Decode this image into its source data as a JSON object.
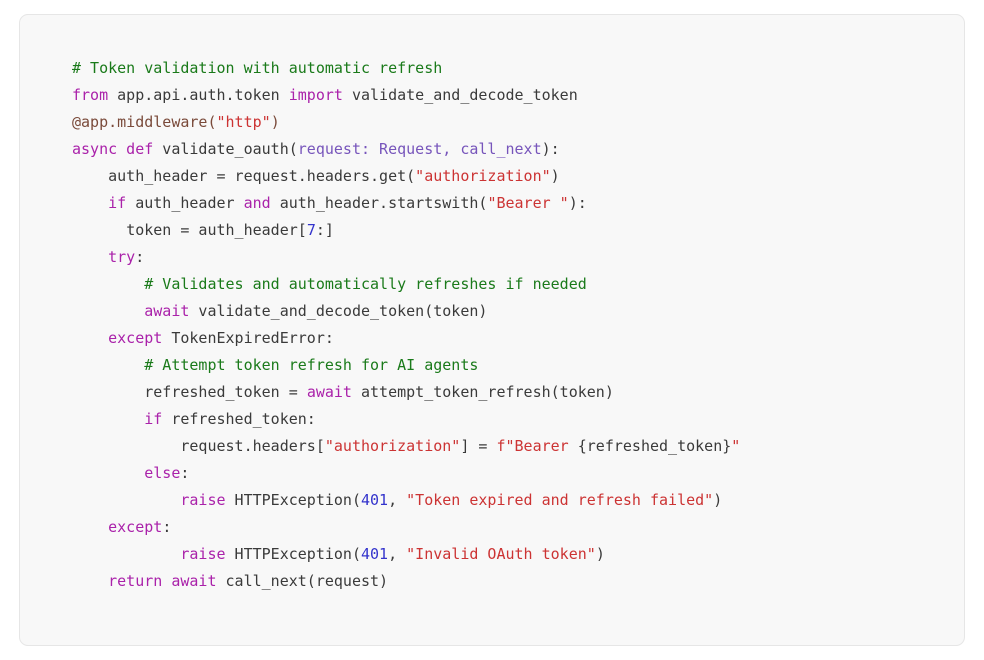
{
  "panel": {
    "background_color": "#f8f8f8",
    "border_color": "#e6e6e6"
  },
  "theme": {
    "comment_color": "#1a7a1a",
    "keyword_color": "#aa22aa",
    "string_color": "#cc3333",
    "number_color": "#3333cc",
    "decorator_color": "#7a4a3a",
    "param_color": "#7755bb",
    "plain_color": "#3a3a3a"
  },
  "code": {
    "language": "python",
    "plain_text": "# Token validation with automatic refresh\nfrom app.api.auth.token import validate_and_decode_token\n@app.middleware(\"http\")\nasync def validate_oauth(request: Request, call_next):\n    auth_header = request.headers.get(\"authorization\")\n    if auth_header and auth_header.startswith(\"Bearer \"):\n      token = auth_header[7:]\n    try:\n        # Validates and automatically refreshes if needed\n        await validate_and_decode_token(token)\n    except TokenExpiredError:\n        # Attempt token refresh for AI agents\n        refreshed_token = await attempt_token_refresh(token)\n        if refreshed_token:\n            request.headers[\"authorization\"] = f\"Bearer {refreshed_token}\"\n        else:\n            raise HTTPException(401, \"Token expired and refresh failed\")\n    except:\n            raise HTTPException(401, \"Invalid OAuth token\")\n    return await call_next(request)",
    "lines": [
      {
        "indent": "",
        "tokens": [
          {
            "t": "comment",
            "v": "# Token validation with automatic refresh"
          }
        ]
      },
      {
        "indent": "",
        "tokens": [
          {
            "t": "keyword",
            "v": "from"
          },
          {
            "t": "plain",
            "v": " app.api.auth.token "
          },
          {
            "t": "keyword",
            "v": "import"
          },
          {
            "t": "plain",
            "v": " validate_and_decode_token"
          }
        ]
      },
      {
        "indent": "",
        "tokens": [
          {
            "t": "decorator",
            "v": "@app.middleware("
          },
          {
            "t": "string",
            "v": "\"http\""
          },
          {
            "t": "decorator",
            "v": ")"
          }
        ]
      },
      {
        "indent": "",
        "tokens": [
          {
            "t": "keyword",
            "v": "async def"
          },
          {
            "t": "plain",
            "v": " validate_oauth("
          },
          {
            "t": "param",
            "v": "request: Request, call_next"
          },
          {
            "t": "plain",
            "v": "):"
          }
        ]
      },
      {
        "indent": "    ",
        "tokens": [
          {
            "t": "plain",
            "v": "auth_header = request.headers.get("
          },
          {
            "t": "string",
            "v": "\"authorization\""
          },
          {
            "t": "plain",
            "v": ")"
          }
        ]
      },
      {
        "indent": "    ",
        "tokens": [
          {
            "t": "keyword",
            "v": "if"
          },
          {
            "t": "plain",
            "v": " auth_header "
          },
          {
            "t": "keyword",
            "v": "and"
          },
          {
            "t": "plain",
            "v": " auth_header.startswith("
          },
          {
            "t": "string",
            "v": "\"Bearer \""
          },
          {
            "t": "plain",
            "v": "):"
          }
        ]
      },
      {
        "indent": "      ",
        "tokens": [
          {
            "t": "plain",
            "v": "token = auth_header["
          },
          {
            "t": "number",
            "v": "7"
          },
          {
            "t": "plain",
            "v": ":]"
          }
        ]
      },
      {
        "indent": "    ",
        "tokens": [
          {
            "t": "keyword",
            "v": "try"
          },
          {
            "t": "plain",
            "v": ":"
          }
        ]
      },
      {
        "indent": "        ",
        "tokens": [
          {
            "t": "comment",
            "v": "# Validates and automatically refreshes if needed"
          }
        ]
      },
      {
        "indent": "        ",
        "tokens": [
          {
            "t": "keyword",
            "v": "await"
          },
          {
            "t": "plain",
            "v": " validate_and_decode_token(token)"
          }
        ]
      },
      {
        "indent": "    ",
        "tokens": [
          {
            "t": "keyword",
            "v": "except"
          },
          {
            "t": "plain",
            "v": " TokenExpiredError:"
          }
        ]
      },
      {
        "indent": "        ",
        "tokens": [
          {
            "t": "comment",
            "v": "# Attempt token refresh for AI agents"
          }
        ]
      },
      {
        "indent": "        ",
        "tokens": [
          {
            "t": "plain",
            "v": "refreshed_token = "
          },
          {
            "t": "keyword",
            "v": "await"
          },
          {
            "t": "plain",
            "v": " attempt_token_refresh(token)"
          }
        ]
      },
      {
        "indent": "        ",
        "tokens": [
          {
            "t": "keyword",
            "v": "if"
          },
          {
            "t": "plain",
            "v": " refreshed_token:"
          }
        ]
      },
      {
        "indent": "            ",
        "tokens": [
          {
            "t": "plain",
            "v": "request.headers["
          },
          {
            "t": "string",
            "v": "\"authorization\""
          },
          {
            "t": "plain",
            "v": "] = "
          },
          {
            "t": "string",
            "v": "f\"Bearer "
          },
          {
            "t": "plain",
            "v": "{refreshed_token}"
          },
          {
            "t": "string",
            "v": "\""
          }
        ]
      },
      {
        "indent": "        ",
        "tokens": [
          {
            "t": "keyword",
            "v": "else"
          },
          {
            "t": "plain",
            "v": ":"
          }
        ]
      },
      {
        "indent": "            ",
        "tokens": [
          {
            "t": "keyword",
            "v": "raise"
          },
          {
            "t": "plain",
            "v": " HTTPException("
          },
          {
            "t": "number",
            "v": "401"
          },
          {
            "t": "plain",
            "v": ", "
          },
          {
            "t": "string",
            "v": "\"Token expired and refresh failed\""
          },
          {
            "t": "plain",
            "v": ")"
          }
        ]
      },
      {
        "indent": "    ",
        "tokens": [
          {
            "t": "keyword",
            "v": "except"
          },
          {
            "t": "plain",
            "v": ":"
          }
        ]
      },
      {
        "indent": "            ",
        "tokens": [
          {
            "t": "keyword",
            "v": "raise"
          },
          {
            "t": "plain",
            "v": " HTTPException("
          },
          {
            "t": "number",
            "v": "401"
          },
          {
            "t": "plain",
            "v": ", "
          },
          {
            "t": "string",
            "v": "\"Invalid OAuth token\""
          },
          {
            "t": "plain",
            "v": ")"
          }
        ]
      },
      {
        "indent": "    ",
        "tokens": [
          {
            "t": "keyword",
            "v": "return await"
          },
          {
            "t": "plain",
            "v": " call_next(request)"
          }
        ]
      }
    ]
  }
}
